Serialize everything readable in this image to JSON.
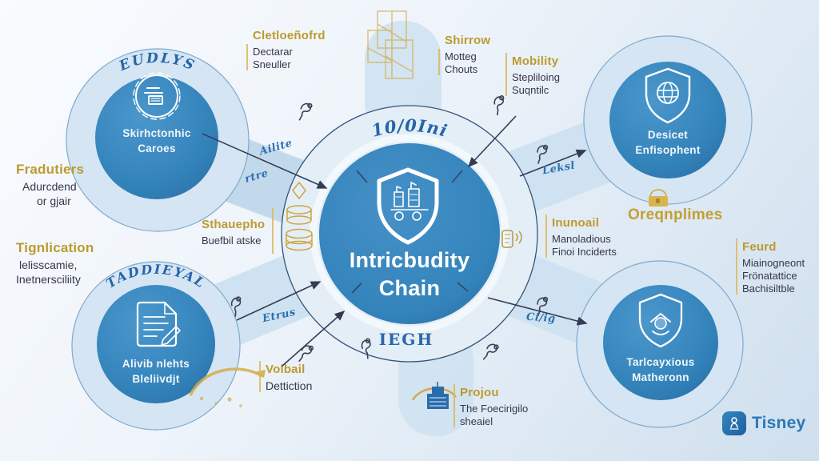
{
  "center": {
    "ring_top_label": "10/0Ini",
    "ring_bottom_label": "IEGH",
    "title_line1": "Intricbudity",
    "title_line2": "Chain"
  },
  "nodes": {
    "top_left": {
      "arc_label": "EUDLYS",
      "line1": "Skirhctonhic",
      "line2": "Caroes"
    },
    "top_right": {
      "line1": "Desicet",
      "line2": "Enfisophent"
    },
    "bottom_left": {
      "arc_label": "TADDIEYAL",
      "line1": "Alivib nlehts",
      "line2": "Bleliivdjt"
    },
    "bottom_right": {
      "line1": "Tarlcayxious",
      "line2": "Matheronn"
    }
  },
  "labels": {
    "cletloenofrd": {
      "title": "Cletloeñofrd",
      "line1": "Dectarar",
      "line2": "Sneuller"
    },
    "shirrow": {
      "title": "Shirrow",
      "line1": "Motteg",
      "line2": "Chouts"
    },
    "mobility": {
      "title": "Mobility",
      "line1": "Stepliloing",
      "line2": "Suqntilc"
    },
    "fradutiers": {
      "title": "Fradutiers",
      "line1": "Adurcdend",
      "line2": "or gjair"
    },
    "tignlication": {
      "title": "Tignlication",
      "line1": "lelisscamie,",
      "line2": "Inetnersciliity"
    },
    "sthauepho": {
      "title": "Sthauepho",
      "line1": "Buefbil atske"
    },
    "inunoail": {
      "title": "Inunoail",
      "line1": "Manoladious",
      "line2": "Finoi Inciderts"
    },
    "oreqnplimes": {
      "title": "Oreqnplimes"
    },
    "feurd": {
      "title": "Feurd",
      "line1": "Miainogneont",
      "line2": "Frönatattice",
      "line3": "Bachisiltble"
    },
    "voibail": {
      "title": "Voibail",
      "line1": "Dettiction"
    },
    "projou": {
      "title": "Projou",
      "line1": "The Foecirigilo",
      "line2": "sheaiel"
    }
  },
  "spoke_labels": {
    "upper_left_a": "Ailite",
    "upper_left_b": "rtre",
    "right": "Leksl",
    "lower_left": "Etrus",
    "lower_right": "Ci/ig"
  },
  "footer": {
    "brand": "Tisney"
  },
  "colors": {
    "accent_gold": "#bd9a2e",
    "node_blue": "#3383bb",
    "ring_blue": "#d3e4f3",
    "arc_text_blue": "#2a66a8",
    "dark_text": "#35364a",
    "brand_blue": "#2a78b6"
  }
}
